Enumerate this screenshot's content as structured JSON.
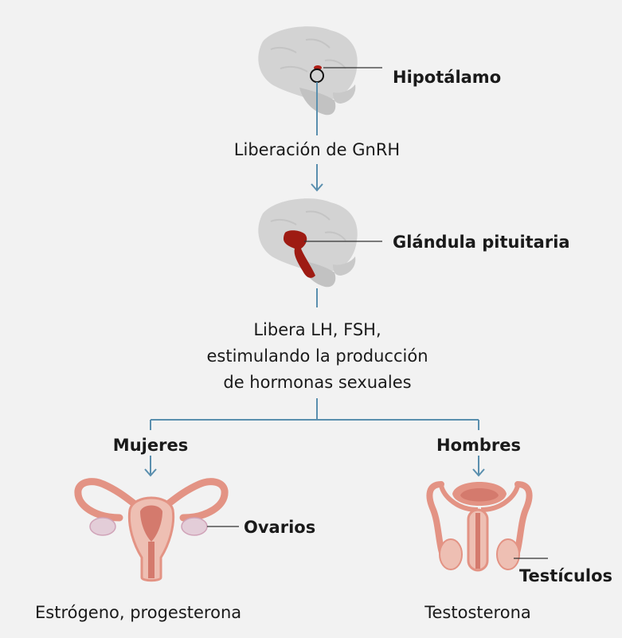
{
  "hypothalamus": {
    "label": "Hipotálamo"
  },
  "gnrh": {
    "label": "Liberación de GnRH"
  },
  "pituitary": {
    "label": "Glándula pituitaria"
  },
  "release": {
    "lines": [
      "Libera LH, FSH,",
      "estimulando la producción",
      "de hormonas sexuales"
    ]
  },
  "women": {
    "label": "Mujeres",
    "organ_label": "Ovarios",
    "hormones": "Estrógeno, progesterona"
  },
  "men": {
    "label": "Hombres",
    "organ_label": "Testículos",
    "hormones": "Testosterona"
  },
  "colors": {
    "connector": "#5a8fae",
    "brain": "#d3d3d3",
    "brain_dark": "#c2c2c2",
    "pituitary": "#9e1b13",
    "organ_outline": "#e39384",
    "organ_fill": "#eebfb3",
    "organ_inner": "#d47a6d",
    "ovary": "#e3cdd8"
  }
}
